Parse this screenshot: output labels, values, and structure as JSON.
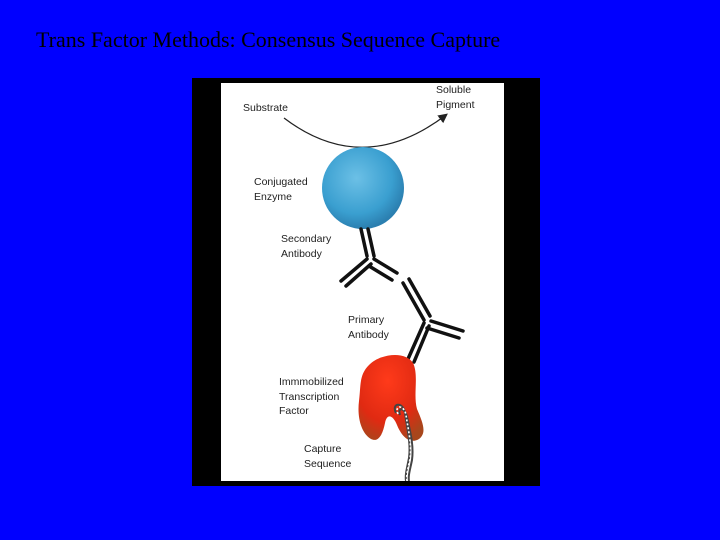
{
  "slide": {
    "title": "Trans Factor Methods: Consensus Sequence Capture"
  },
  "diagram": {
    "labels": {
      "substrate": "Substrate",
      "soluble_pigment": [
        "Soluble",
        "Pigment"
      ],
      "conjugated_enzyme": [
        "Conjugated",
        "Enzyme"
      ],
      "secondary_antibody": [
        "Secondary",
        "Antibody"
      ],
      "primary_antibody": [
        "Primary",
        "Antibody"
      ],
      "immobilized_factor": [
        "Immmobilized",
        "Transcription",
        "Factor"
      ],
      "capture_sequence": [
        "Capture",
        "Sequence"
      ]
    },
    "colors": {
      "background": "#0000ff",
      "frame": "#000000",
      "panel": "#ffffff",
      "enzyme": "#3a9fd0",
      "transcription_factor": "#e83018",
      "antibody": "#111111"
    }
  }
}
